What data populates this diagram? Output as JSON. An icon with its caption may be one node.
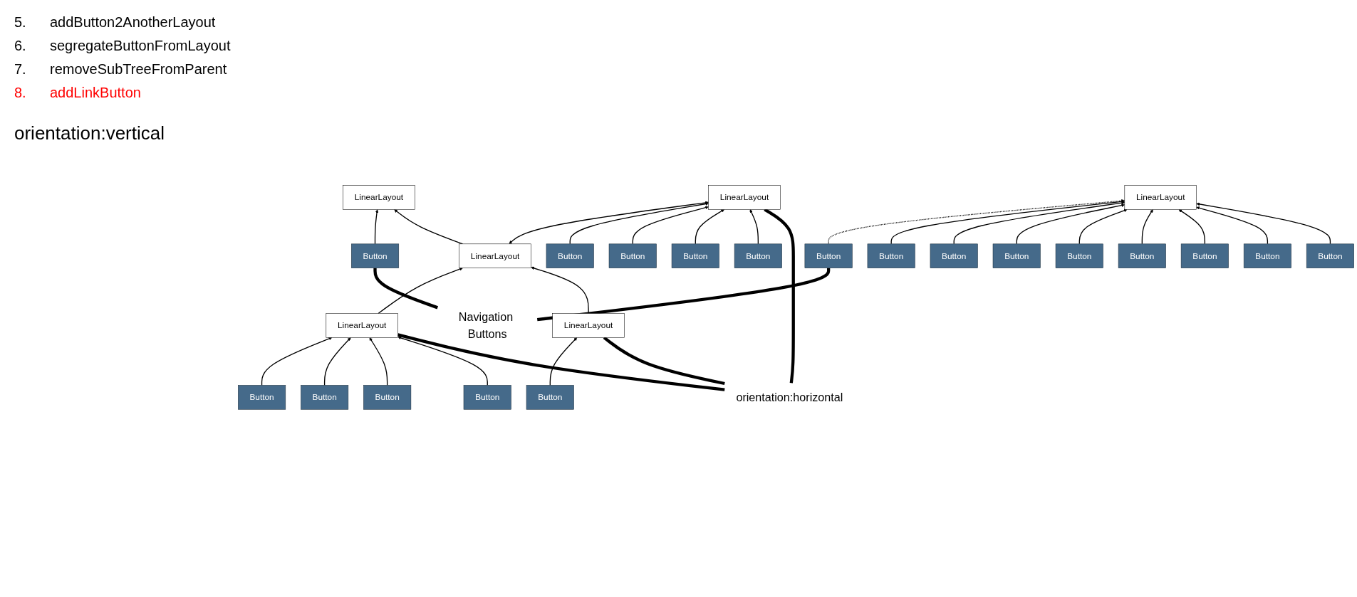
{
  "diagram": {
    "nodes": [
      {
        "text": [
          "LinearLayout"
        ]
      },
      {
        "text": [
          "Button"
        ]
      },
      {
        "text": [
          "Navigation Buttons"
        ]
      },
      {
        "text": [
          "Button"
        ]
      },
      {
        "text": [
          "Button"
        ]
      },
      {
        "text": [
          "LinearLayout"
        ]
      },
      {
        "text": [
          "LinearLayout"
        ]
      },
      {
        "text": [
          "Button"
        ]
      },
      {
        "text": [
          "Button"
        ]
      },
      {
        "text": [
          "Button"
        ]
      },
      {
        "text": [
          "Button"
        ]
      },
      {
        "text": [
          "LinearLayout"
        ]
      },
      {
        "text": [
          "LinearLayout"
        ]
      },
      {
        "text": [
          "LinearLayout"
        ]
      },
      {
        "text": [
          "Button"
        ]
      },
      {
        "text": [
          "Button"
        ]
      },
      {
        "text": [
          "Button"
        ]
      },
      {
        "text": [
          "Button"
        ]
      },
      {
        "text": [
          "Button"
        ]
      },
      {
        "text": [
          "Button"
        ]
      },
      {
        "text": [
          "Button"
        ]
      },
      {
        "text": [
          "Button"
        ]
      },
      {
        "text": [
          "Button"
        ]
      },
      {
        "text": [
          "orientation:horizontal"
        ]
      },
      {
        "text": [
          "Button"
        ]
      },
      {
        "text": [
          "Button"
        ]
      },
      {
        "text": [
          "Button"
        ]
      }
    ],
    "edges": [
      {
        "from": 3,
        "to": 0,
        "arrow": "to"
      },
      {
        "from": 1,
        "to": 5,
        "arrow": "to",
        "style": "dashed"
      },
      {
        "from": 6,
        "to": 0,
        "arrow": "to"
      },
      {
        "from": 4,
        "to": 5,
        "arrow": "to"
      },
      {
        "from": 9,
        "to": 5,
        "arrow": "to"
      },
      {
        "from": 14,
        "to": 5,
        "arrow": "to"
      },
      {
        "from": 21,
        "to": 5,
        "arrow": "to"
      },
      {
        "from": 26,
        "to": 5,
        "arrow": "to"
      },
      {
        "from": 22,
        "to": 5,
        "arrow": "to"
      },
      {
        "from": 15,
        "to": 5,
        "arrow": "to"
      },
      {
        "from": 10,
        "to": 5,
        "arrow": "to"
      },
      {
        "from": 11,
        "to": 6,
        "arrow": "to"
      },
      {
        "from": 12,
        "to": 6,
        "arrow": "to"
      },
      {
        "from": 6,
        "to": 13,
        "arrow": "both"
      },
      {
        "from": 7,
        "to": 13,
        "arrow": "to"
      },
      {
        "from": 8,
        "to": 13,
        "arrow": "to"
      },
      {
        "from": 24,
        "to": 11,
        "arrow": "to"
      },
      {
        "from": 16,
        "to": 11,
        "arrow": "to"
      },
      {
        "from": 25,
        "to": 11,
        "arrow": "to"
      },
      {
        "from": 17,
        "to": 11,
        "arrow": "to"
      },
      {
        "from": 18,
        "to": 12,
        "arrow": "to"
      },
      {
        "from": 19,
        "to": 13,
        "arrow": "to"
      },
      {
        "from": 20,
        "to": 13,
        "arrow": "to"
      },
      {
        "from": 2,
        "to": 1,
        "arrow": "none",
        "style": "thick"
      },
      {
        "from": 2,
        "to": 3,
        "arrow": "none",
        "style": "thick"
      },
      {
        "from": 23,
        "to": 11,
        "arrow": "none",
        "style": "thick"
      },
      {
        "from": 23,
        "to": 12,
        "arrow": "none",
        "style": "thick"
      },
      {
        "from": 23,
        "to": 13,
        "arrow": "none",
        "style": "thick"
      }
    ],
    "labels": [
      "5.",
      "addButton2AnotherLayout",
      "6.",
      "segregateButtonFromLayout",
      "7.",
      "removeSubTreeFromParent",
      "8.",
      "addLinkButton",
      "orientation:vertical"
    ]
  }
}
